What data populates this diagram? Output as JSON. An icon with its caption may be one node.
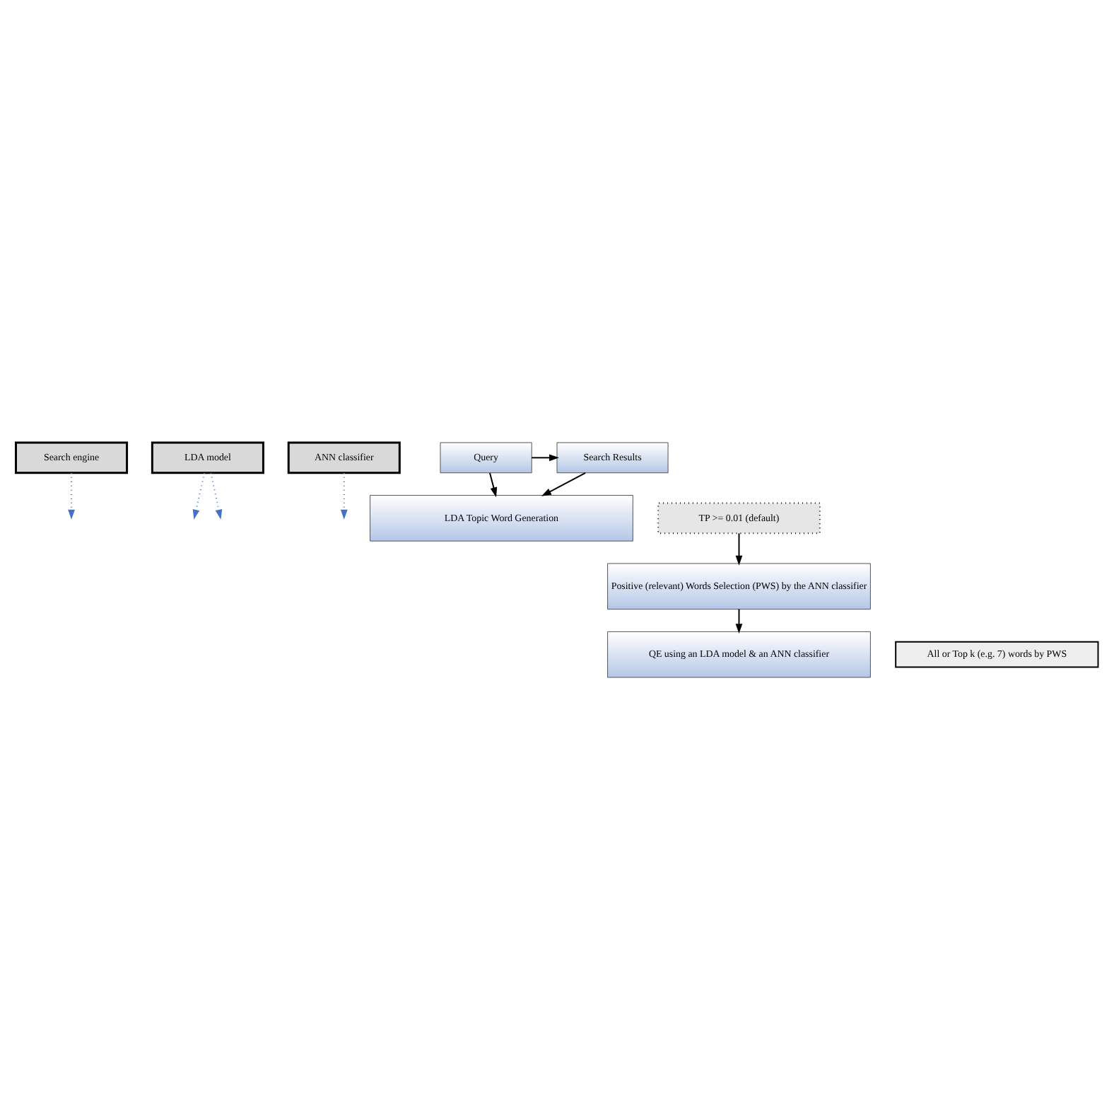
{
  "diagram": {
    "nodes": [
      {
        "text": [
          "Search engine"
        ]
      },
      {
        "text": [
          "LDA model"
        ]
      },
      {
        "text": [
          "ANN classifier"
        ]
      },
      {
        "text": [
          "Query"
        ]
      },
      {
        "text": [
          "Search Results"
        ]
      },
      {
        "text": [
          "LDA Topic Word Generation"
        ]
      },
      {
        "text": [
          "TP >= 0.01 (default)"
        ]
      },
      {
        "text": [
          "Positive (relevant) Words Selection (PWS) by the ANN classifier"
        ]
      },
      {
        "text": [
          "QE using an LDA model & an ANN classifier"
        ]
      },
      {
        "text": [
          "All or Top k (e.g. 7) words by PWS"
        ]
      }
    ],
    "edges": [
      {
        "from": 0,
        "to": null,
        "arrow": "to",
        "style": "dashed",
        "color": "#4472c4"
      },
      {
        "from": 3,
        "to": 4,
        "arrow": "to"
      },
      {
        "from": 3,
        "to": 5,
        "arrow": "to"
      },
      {
        "from": 4,
        "to": 5,
        "arrow": "to"
      },
      {
        "from": 1,
        "to": null,
        "arrow": "to",
        "style": "dashed",
        "color": "#4472c4"
      },
      {
        "from": 1,
        "to": null,
        "arrow": "to",
        "style": "dashed",
        "color": "#4472c4"
      },
      {
        "from": 6,
        "to": 7,
        "arrow": "to"
      },
      {
        "from": 2,
        "to": null,
        "arrow": "to",
        "style": "dashed",
        "color": "#4472c4"
      },
      {
        "from": 7,
        "to": 8,
        "arrow": "to"
      }
    ]
  }
}
